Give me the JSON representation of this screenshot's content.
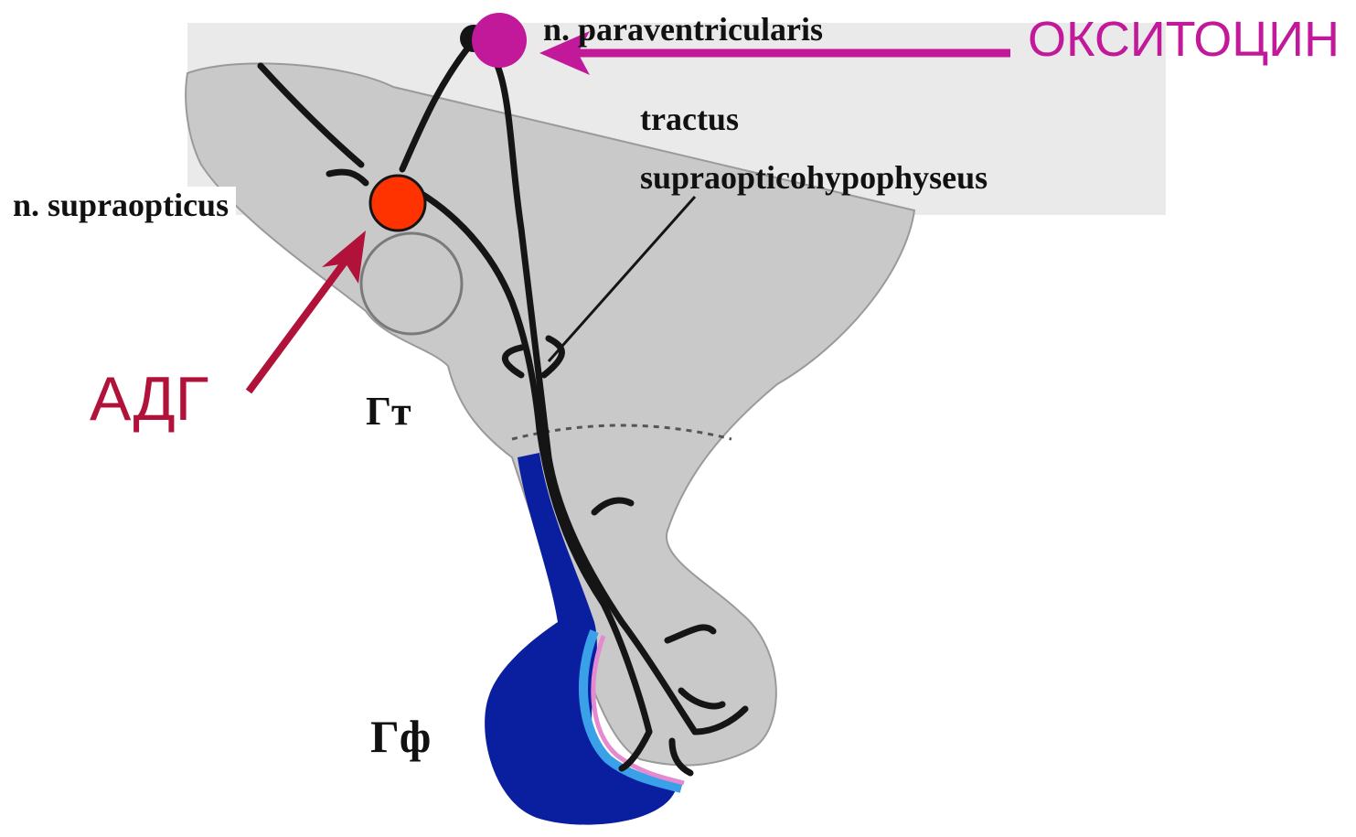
{
  "labels": {
    "paraventricularis": "n. paraventricularis",
    "tractus_line1": "tractus",
    "tractus_line2": "supraopticohypophyseus",
    "supraopticus": "n. supraopticus",
    "hypothalamus": "Гт",
    "hypophysis": "Гф",
    "oxytocin": "ОКСИТОЦИН",
    "adh": "АДГ"
  },
  "colors": {
    "oxytocin": "#c2189a",
    "adh": "#b0123a",
    "supraopticus_nucleus": "#ff3300",
    "tissue": "#c9c9c9",
    "anterior_lobe": "#0a1fa0",
    "fiber": "#151515"
  }
}
